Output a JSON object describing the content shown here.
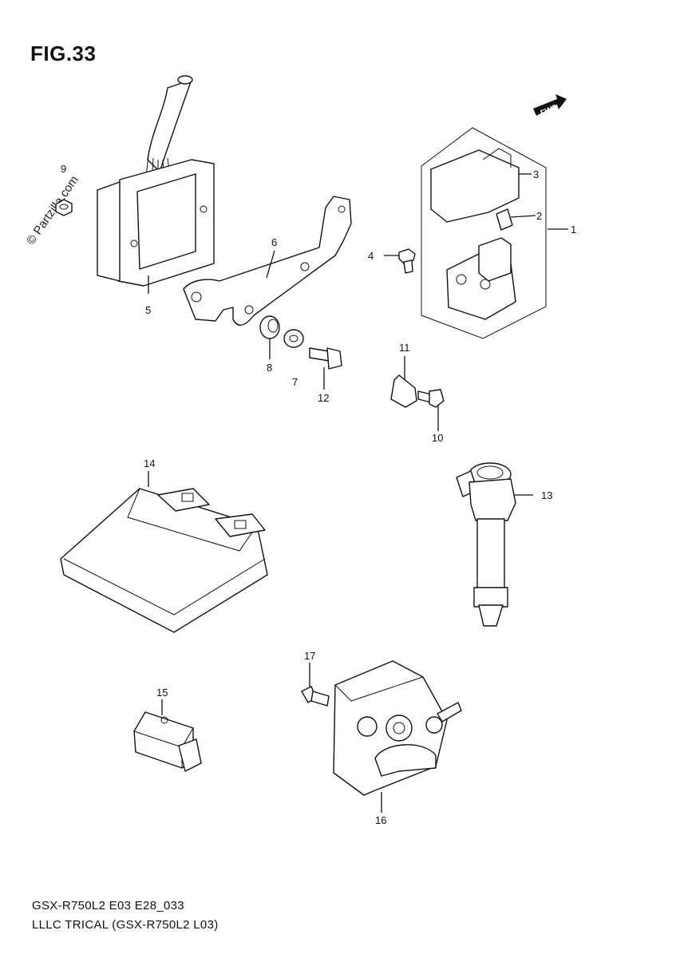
{
  "figure": {
    "title": "FIG.33",
    "watermark": "© Partzilla.com",
    "direction_label": "FWD"
  },
  "callouts": [
    "1",
    "2",
    "3",
    "4",
    "5",
    "6",
    "7",
    "8",
    "9",
    "10",
    "11",
    "12",
    "13",
    "14",
    "15",
    "16",
    "17"
  ],
  "footer": {
    "line1": "GSX-R750L2 E03 E28_033",
    "line2": "LLLC TRICAL (GSX-R750L2 L03)"
  }
}
